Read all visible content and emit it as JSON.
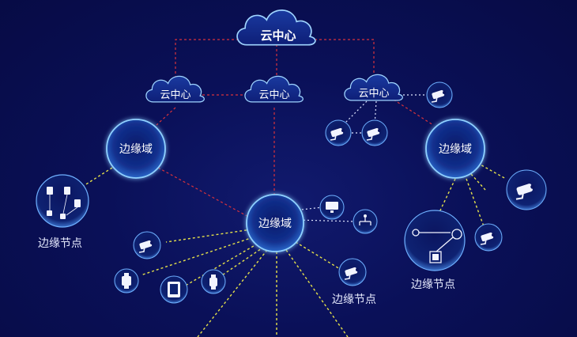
{
  "colors": {
    "background": "#0a0f52",
    "red_link": "#d8323c",
    "yellow_link": "#e6e24a",
    "white_link": "#e0e6ff",
    "node_rim": "#8fd0ff"
  },
  "clouds": [
    {
      "id": "cloud-top",
      "label": "云中心"
    },
    {
      "id": "cloud-left",
      "label": "云中心"
    },
    {
      "id": "cloud-mid",
      "label": "云中心"
    },
    {
      "id": "cloud-right",
      "label": "云中心"
    }
  ],
  "domains": [
    {
      "id": "domain-left",
      "label": "边缘域"
    },
    {
      "id": "domain-center",
      "label": "边缘域"
    },
    {
      "id": "domain-right",
      "label": "边缘域"
    }
  ],
  "captions": [
    {
      "id": "caption-left",
      "label": "边缘节点"
    },
    {
      "id": "caption-center",
      "label": "边缘节点"
    },
    {
      "id": "caption-right",
      "label": "边缘节点"
    }
  ],
  "device_icons": [
    "camera-icon",
    "camera-icon",
    "camera-icon",
    "camera-icon",
    "camera-icon",
    "camera-icon",
    "camera-icon",
    "monitor-icon",
    "hub-icon",
    "watch-icon",
    "tablet-icon",
    "watch-icon",
    "locks-icon",
    "sensor-icon"
  ]
}
